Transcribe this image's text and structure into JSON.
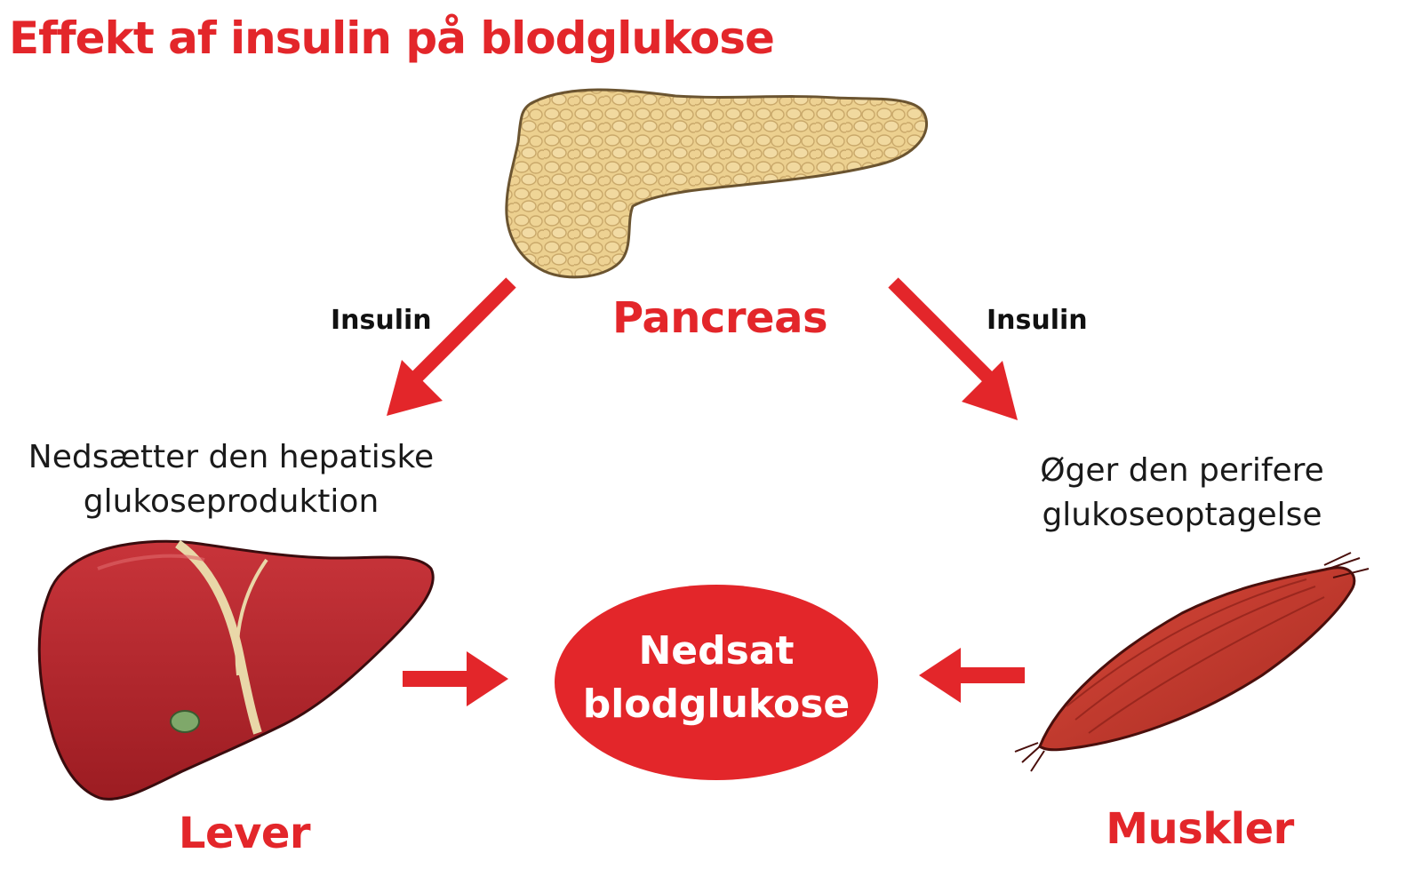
{
  "title": "Effekt af insulin på blodglukose",
  "pancreas": {
    "label": "Pancreas"
  },
  "arrows": {
    "left_label": "Insulin",
    "right_label": "Insulin"
  },
  "liver": {
    "label": "Lever",
    "effect_line1": "Nedsætter den hepatiske",
    "effect_line2": "glukoseproduktion"
  },
  "muscle": {
    "label": "Muskler",
    "effect_line1": "Øger den perifere",
    "effect_line2": "glukoseoptagelse"
  },
  "result": {
    "line1": "Nedsat",
    "line2": "blodglukose"
  },
  "colors": {
    "accent": "#e3262a",
    "pancreas": "#eccf8e",
    "liver": "#b8262c",
    "muscle": "#c8382c"
  }
}
